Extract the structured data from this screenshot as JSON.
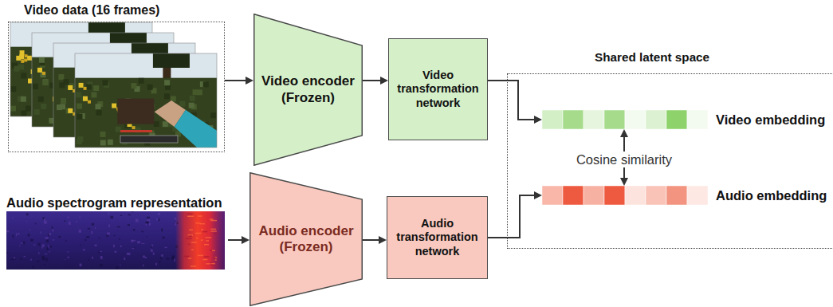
{
  "diagram": {
    "nodes": [
      {
        "text": [
          "Video data (16 frames)"
        ]
      },
      {
        "text": [
          "Video encoder (Frozen)"
        ]
      },
      {
        "text": [
          "Video transformation network"
        ]
      },
      {
        "text": [
          "Shared latent space"
        ]
      },
      {
        "text": [
          "Video embedding"
        ],
        "in": 3
      },
      {
        "text": [
          "Audio spectrogram representation"
        ]
      },
      {
        "text": [
          "Audio encoder (Frozen)"
        ]
      },
      {
        "text": [
          "Audio transformation network"
        ]
      },
      {
        "text": [
          "Audio embedding"
        ],
        "in": 3
      }
    ],
    "edges": [
      {
        "from": 0,
        "to": 1,
        "arrow": "to"
      },
      {
        "from": 1,
        "to": 2,
        "arrow": "to"
      },
      {
        "from": 2,
        "to": 4,
        "arrow": "to"
      },
      {
        "from": 5,
        "to": 6,
        "arrow": "to"
      },
      {
        "from": 6,
        "to": 7,
        "arrow": "to"
      },
      {
        "from": 7,
        "to": 8,
        "arrow": "to"
      },
      {
        "from": 4,
        "to": 8,
        "label": "Cosine similarity",
        "arrow": "both"
      }
    ]
  }
}
